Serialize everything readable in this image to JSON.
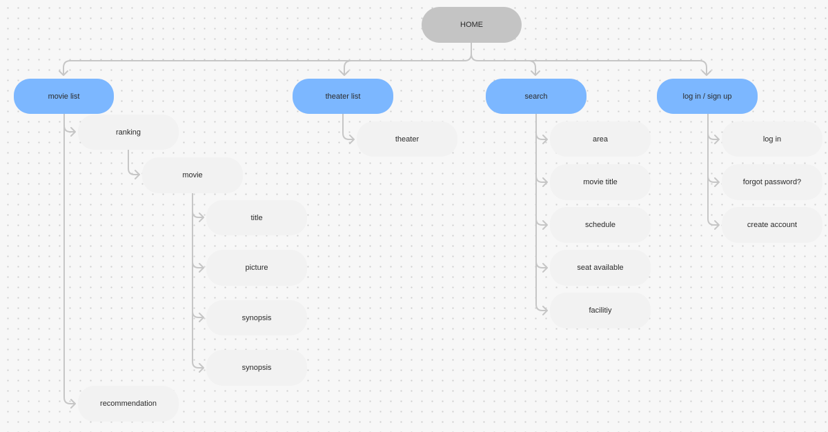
{
  "colors": {
    "root_fill": "#c4c4c4",
    "section_fill": "#7cb7ff",
    "leaf_fill": "#f2f2f2",
    "connector": "#c6c6c6",
    "background": "#f7f7f7"
  },
  "home": {
    "label": "HOME"
  },
  "sections": {
    "movie_list": {
      "label": "movie list",
      "ranking": "ranking",
      "movie": "movie",
      "movie_details": [
        "title",
        "picture",
        "synopsis",
        "synopsis"
      ],
      "recommendation": "recommendation"
    },
    "theater_list": {
      "label": "theater list",
      "items": [
        "theater"
      ]
    },
    "search": {
      "label": "search",
      "items": [
        "area",
        "movie title",
        "schedule",
        "seat available",
        "facilitiy"
      ]
    },
    "login": {
      "label": "log in / sign up",
      "items": [
        "log in",
        "forgot password?",
        "create account"
      ]
    }
  }
}
